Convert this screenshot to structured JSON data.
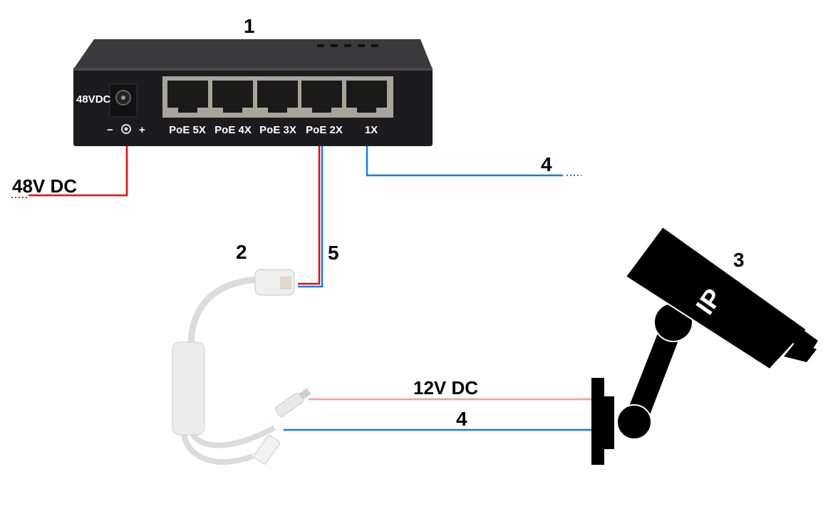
{
  "diagram": {
    "callouts": {
      "switch": "1",
      "splitter": "2",
      "camera": "3",
      "utp_cable": "4",
      "poe_cable": "5"
    },
    "switch": {
      "power_label": "48VDC",
      "polarity": {
        "minus": "−",
        "plus": "+"
      },
      "ports": [
        "PoE 5X",
        "PoE 4X",
        "PoE 3X",
        "PoE 2X",
        "1X"
      ]
    },
    "labels": {
      "input_power": "48V DC",
      "output_power": "12V DC"
    },
    "camera": {
      "badge": "IP"
    },
    "colors": {
      "power": "#ff0000",
      "data": "#0a7cff",
      "dc12": "#ff9a9a",
      "device": "#000000"
    }
  }
}
